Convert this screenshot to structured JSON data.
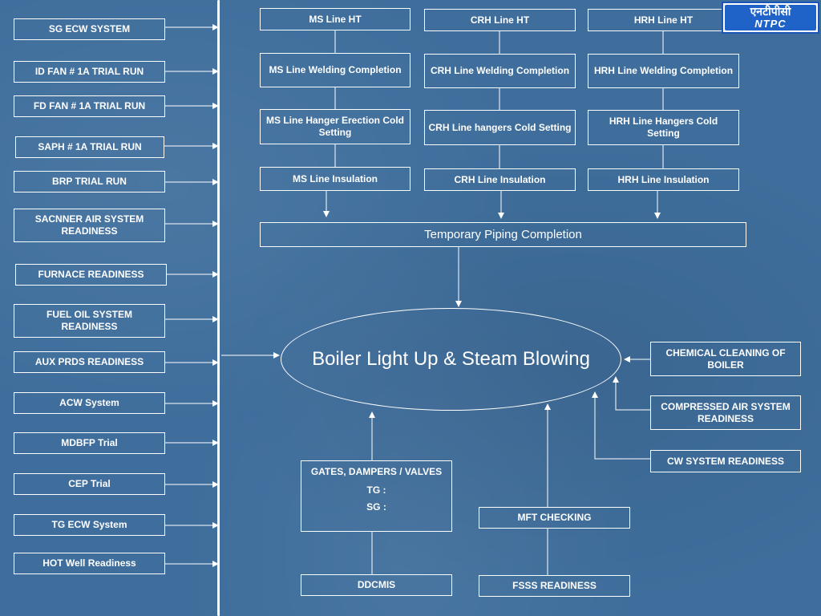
{
  "left_column": [
    "SG ECW SYSTEM",
    "ID FAN # 1A TRIAL RUN",
    "FD FAN # 1A TRIAL RUN",
    "SAPH  # 1A TRIAL RUN",
    "BRP TRIAL RUN",
    "SACNNER AIR SYSTEM READINESS",
    "FURNACE READINESS",
    "FUEL OIL SYSTEM READINESS",
    "AUX PRDS READINESS",
    "ACW System",
    "MDBFP Trial",
    "CEP Trial",
    "TG ECW System",
    "HOT Well Readiness"
  ],
  "ms_column": [
    "MS Line HT",
    "MS Line Welding Completion",
    "MS Line Hanger Erection Cold Setting",
    "MS Line Insulation"
  ],
  "crh_column": [
    "CRH Line HT",
    "CRH Line Welding Completion",
    "CRH Line hangers Cold Setting",
    "CRH Line Insulation"
  ],
  "hrh_column": [
    "HRH Line HT",
    "HRH Line Welding Completion",
    "HRH Line Hangers Cold Setting",
    "HRH Line Insulation"
  ],
  "temporary_piping": "Temporary Piping Completion",
  "center": "Boiler Light Up & Steam Blowing",
  "right_column": [
    "CHEMICAL CLEANING OF BOILER",
    "COMPRESSED AIR SYSTEM READINESS",
    "CW SYSTEM READINESS"
  ],
  "gates_box": {
    "title": "GATES, DAMPERS / VALVES",
    "tg": "TG :",
    "sg": "SG :"
  },
  "ddcmis": "DDCMIS",
  "mft": "MFT CHECKING",
  "fsss": "FSSS READINESS",
  "logo": {
    "hindi": "एनटीपीसी",
    "name": "NTPC"
  }
}
